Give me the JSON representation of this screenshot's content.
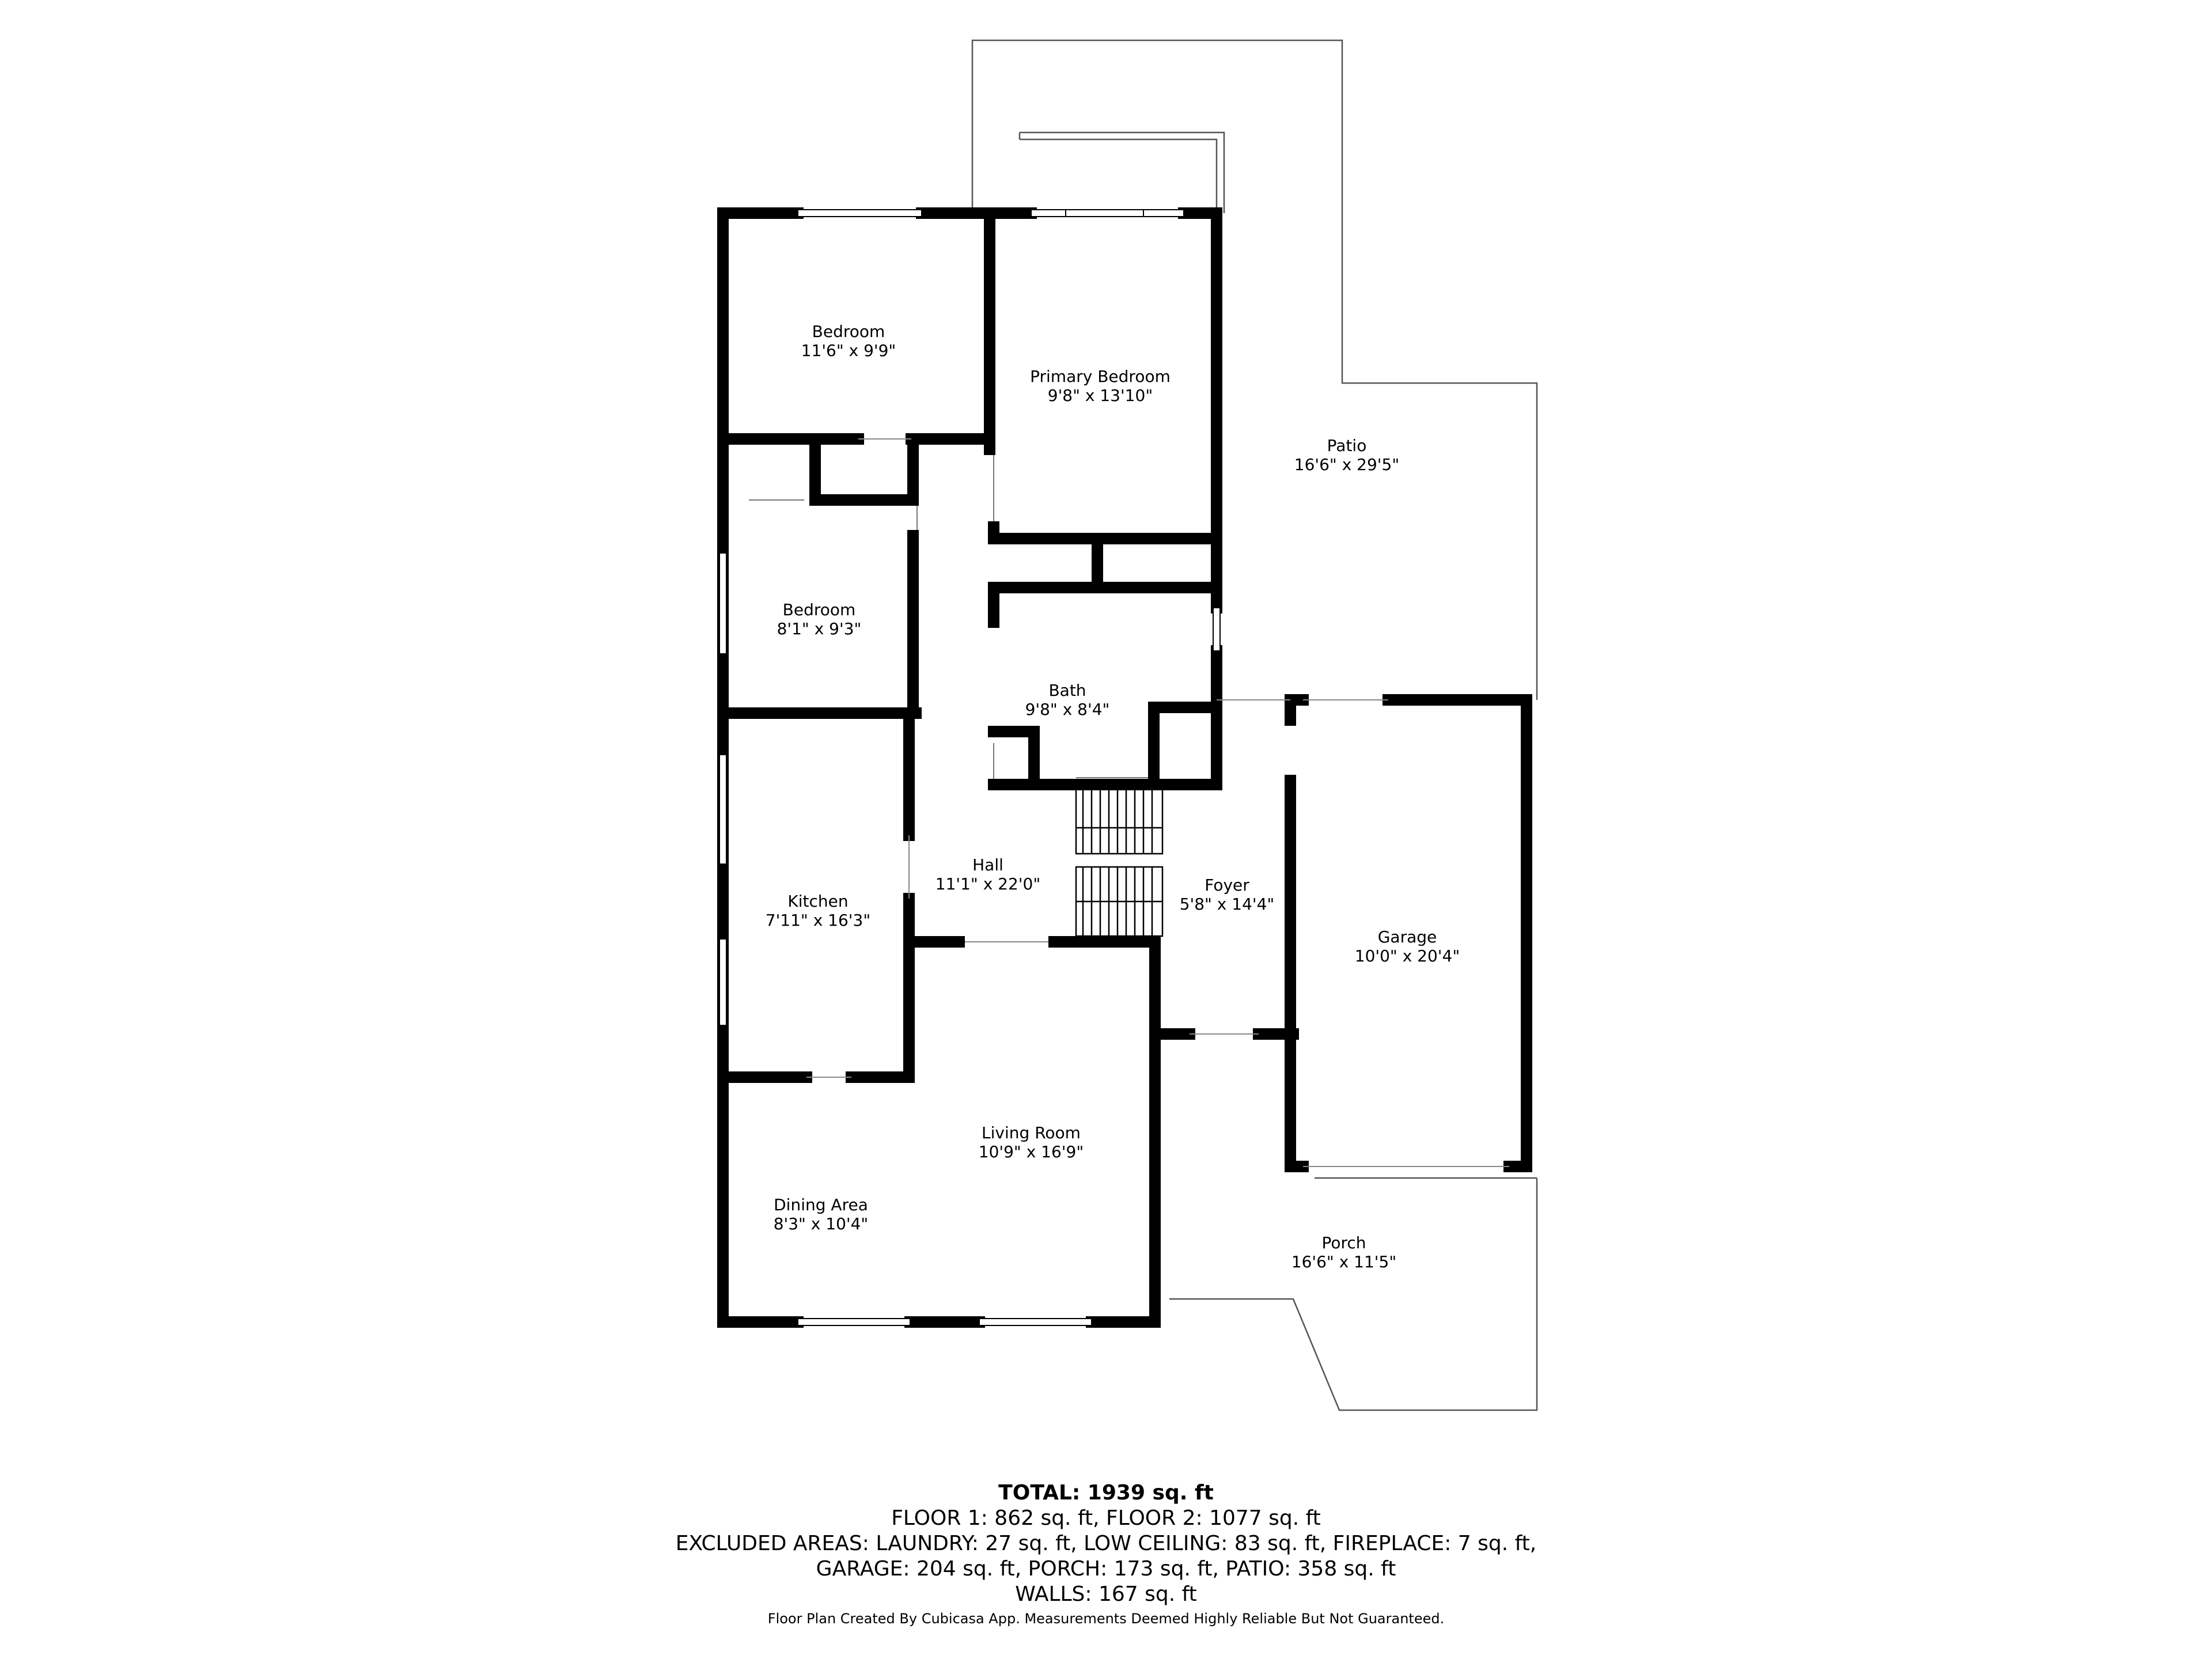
{
  "rooms": [
    {
      "id": "bedroom-1",
      "name": "Bedroom",
      "dims": "11'6\" x 9'9\""
    },
    {
      "id": "primary-bedroom",
      "name": "Primary Bedroom",
      "dims": "9'8\" x 13'10\""
    },
    {
      "id": "patio",
      "name": "Patio",
      "dims": "16'6\" x 29'5\""
    },
    {
      "id": "bedroom-2",
      "name": "Bedroom",
      "dims": "8'1\" x 9'3\""
    },
    {
      "id": "bath",
      "name": "Bath",
      "dims": "9'8\" x 8'4\""
    },
    {
      "id": "hall",
      "name": "Hall",
      "dims": "11'1\" x 22'0\""
    },
    {
      "id": "kitchen",
      "name": "Kitchen",
      "dims": "7'11\" x 16'3\""
    },
    {
      "id": "foyer",
      "name": "Foyer",
      "dims": "5'8\" x 14'4\""
    },
    {
      "id": "garage",
      "name": "Garage",
      "dims": "10'0\" x 20'4\""
    },
    {
      "id": "living-room",
      "name": "Living Room",
      "dims": "10'9\" x 16'9\""
    },
    {
      "id": "dining-area",
      "name": "Dining Area",
      "dims": "8'3\" x 10'4\""
    },
    {
      "id": "porch",
      "name": "Porch",
      "dims": "16'6\" x 11'5\""
    }
  ],
  "summary": {
    "total_label": "TOTAL: 1939 sq. ft",
    "floors": "FLOOR 1: 862 sq. ft, FLOOR 2: 1077 sq. ft",
    "excluded_1": "EXCLUDED AREAS: LAUNDRY: 27 sq. ft, LOW CEILING: 83 sq. ft, FIREPLACE: 7 sq. ft,",
    "excluded_2": "GARAGE: 204 sq. ft, PORCH: 173 sq. ft, PATIO: 358 sq. ft",
    "walls": "WALLS: 167 sq. ft"
  },
  "credit": "Floor Plan Created By Cubicasa App. Measurements Deemed Highly Reliable But Not Guaranteed."
}
